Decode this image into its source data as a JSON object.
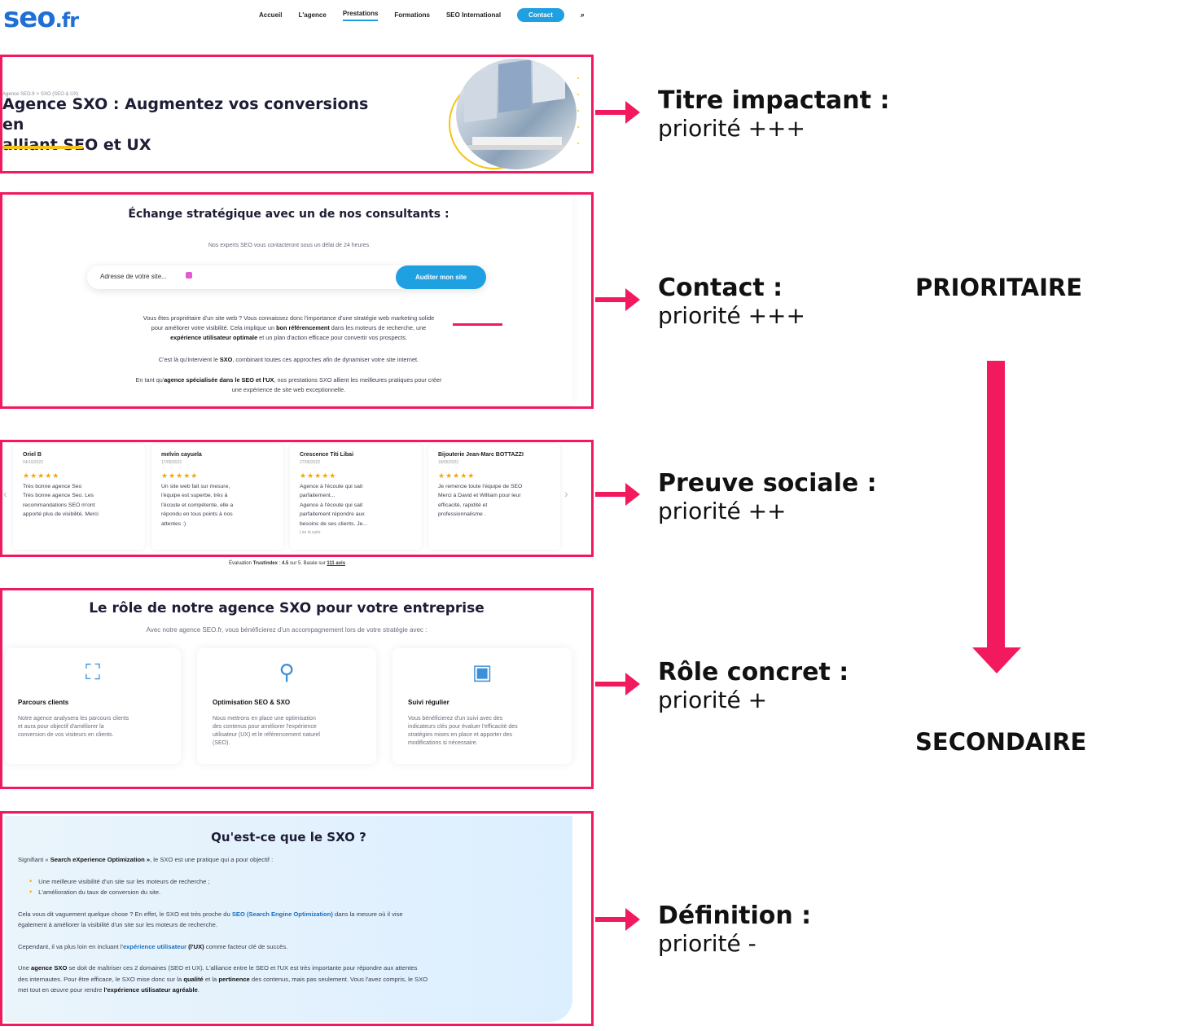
{
  "nav": {
    "logo_main": "seo",
    "logo_tld": ".fr",
    "items": [
      "Accueil",
      "L'agence",
      "Prestations",
      "Formations",
      "SEO International"
    ],
    "contact": "Contact",
    "search_icon": "⌕"
  },
  "hero": {
    "breadcrumb": "Agence SEO.fr > SXO (SEO & UX)",
    "title_line1": "Agence SXO : Augmentez vos conversions en",
    "title_line2": "alliant SEO et UX"
  },
  "contact": {
    "heading": "Échange stratégique avec un de nos consultants :",
    "subheading": "Nos experts SEO vous contacteront sous un délai de 24 heures",
    "placeholder": "Adresse de votre site...",
    "button": "Auditer mon site",
    "para1_a": "Vous êtes propriétaire d'un site web ? Vous connaissez donc l'importance d'une stratégie web marketing solide",
    "para1_b1": "pour améliorer votre visibilité. Cela implique un ",
    "para1_b2": "bon référencement",
    "para1_b3": " dans les moteurs de recherche, une",
    "para1_c1": "expérience utilisateur optimale",
    "para1_c2": " et un plan d'action efficace pour convertir vos prospects.",
    "para2_a": "C'est là qu'intervient le ",
    "para2_b": "SXO",
    "para2_c": ", combinant toutes ces approches afin de dynamiser votre site internet.",
    "para3_a": "En tant qu'",
    "para3_b": "agence spécialisée dans le SEO et l'UX",
    "para3_c": ", nos prestations SXO allient les meilleures pratiques pour créer",
    "para3_d": "une expérience de site web exceptionnelle."
  },
  "reviews": {
    "items": [
      {
        "name": "Oriel B",
        "date": "04/10/2022",
        "stars": "★★★★★",
        "l1": "Très bonne agence Seo",
        "l2": "Très bonne agence Seo. Les",
        "l3": "recommandations SEO m'ont",
        "l4": "apporté plus de visibilité. Merci",
        "l5": "",
        "more": ""
      },
      {
        "name": "melvin cayuela",
        "date": "17/09/2022",
        "stars": "★★★★★",
        "l1": "Un site web fait sur mesure,",
        "l2": "l'équipe est superbe, très à",
        "l3": "l'écoute et compétente, elle a",
        "l4": "répondu en tous points à nos",
        "l5": "attentes :)",
        "more": ""
      },
      {
        "name": "Crescence Titi Libai",
        "date": "27/05/2022",
        "stars": "★★★★★",
        "l1": "Agence à l'écoute qui sait",
        "l2": "parfaitement...",
        "l3": "Agence à l'écoute qui sait",
        "l4": "parfaitement répondre aux",
        "l5": "besoins de ses clients. Je...",
        "more": "Lire la suite"
      },
      {
        "name": "Bijouterie Jean-Marc BOTTAZZI",
        "date": "18/05/2022",
        "stars": "★★★★★",
        "l1": "Je remercie toute l'équipe de SEO",
        "l2": "Merci à David et William pour leur",
        "l3": "efficacité, rapidité et",
        "l4": "professionnalisme .",
        "l5": "",
        "more": ""
      }
    ],
    "trust_prefix": "Évaluation ",
    "trust_brand": "Trustindex",
    "trust_sep": " : ",
    "trust_score": "4.5",
    "trust_mid": " sur 5. Basée sur ",
    "trust_count": "111 avis",
    "chevron_left": "‹",
    "chevron_right": "›"
  },
  "role": {
    "heading": "Le rôle de notre agence SXO pour votre entreprise",
    "subheading": "Avec notre agence SEO.fr, vous bénéficierez d'un accompagnement lors de votre stratégie avec :",
    "cards": [
      {
        "icon": "⛶",
        "title": "Parcours clients",
        "l1": "Notre agence analysera les parcours clients",
        "l2": "et aura pour objectif d'améliorer la",
        "l3": "conversion de vos visiteurs en clients.",
        "l4": ""
      },
      {
        "icon": "⚲",
        "title": "Optimisation SEO & SXO",
        "l1": "Nous mettrons en place une optimisation",
        "l2": "des contenus pour améliorer l'expérience",
        "l3": "utilisateur (UX) et le référencement naturel",
        "l4": "(SEO)."
      },
      {
        "icon": "▣",
        "title": "Suivi régulier",
        "l1": "Vous bénéficierez d'un suivi avec des",
        "l2": "indicateurs clés pour évaluer l'efficacité des",
        "l3": "stratégies mises en place et apporter des",
        "l4": "modifications si nécessaire."
      }
    ]
  },
  "definition": {
    "heading": "Qu'est-ce que le SXO ?",
    "p1_a": "Signifiant « ",
    "p1_b": "Search eXperience Optimization »",
    "p1_c": ", le SXO est une pratique qui a pour objectif :",
    "bullet1": "Une meilleure visibilité d'un site sur les moteurs de recherche ;",
    "bullet2": "L'amélioration du taux de conversion du site.",
    "p2_a": "Cela vous dit vaguement quelque chose ? En effet, le SXO est très proche du ",
    "p2_b": "SEO (Search Engine Optimization)",
    "p2_c": " dans la mesure où il vise",
    "p2_d": "également à améliorer la visibilité d'un site sur les moteurs de recherche.",
    "p3_a": "Cependant, il va plus loin en incluant l'",
    "p3_b": "expérience utilisateur",
    "p3_c": " (l'UX)",
    "p3_d": " comme facteur clé de succès.",
    "p4_a": "Une ",
    "p4_b": "agence SXO",
    "p4_c": " se doit de maîtriser ces 2 domaines (SEO et UX). L'alliance entre le SEO et l'UX est très importante pour répondre aux attentes",
    "p4_d": "des internautes. Pour être efficace, le SXO mise donc sur la ",
    "p4_e": "qualité",
    "p4_f": " et la ",
    "p4_g": "pertinence",
    "p4_h": " des contenus, mais pas seulement. Vous l'avez compris, le SXO",
    "p4_i": "met tout en œuvre pour rendre ",
    "p4_j": "l'expérience utilisateur agréable",
    "p4_k": "."
  },
  "annotations": [
    {
      "title": "Titre impactant :",
      "priority": "priorité +++"
    },
    {
      "title": "Contact :",
      "priority": "priorité +++"
    },
    {
      "title": "Preuve sociale :",
      "priority": "priorité ++"
    },
    {
      "title": "Rôle concret :",
      "priority": "priorité +"
    },
    {
      "title": "Définition :",
      "priority": "priorité -"
    }
  ],
  "scale": {
    "top": "PRIORITAIRE",
    "bottom": "SECONDAIRE"
  },
  "colors": {
    "frame": "#f2195e",
    "brand_blue": "#1fa0e0",
    "accent_yellow": "#f6c318",
    "stars": "#f6a800"
  }
}
